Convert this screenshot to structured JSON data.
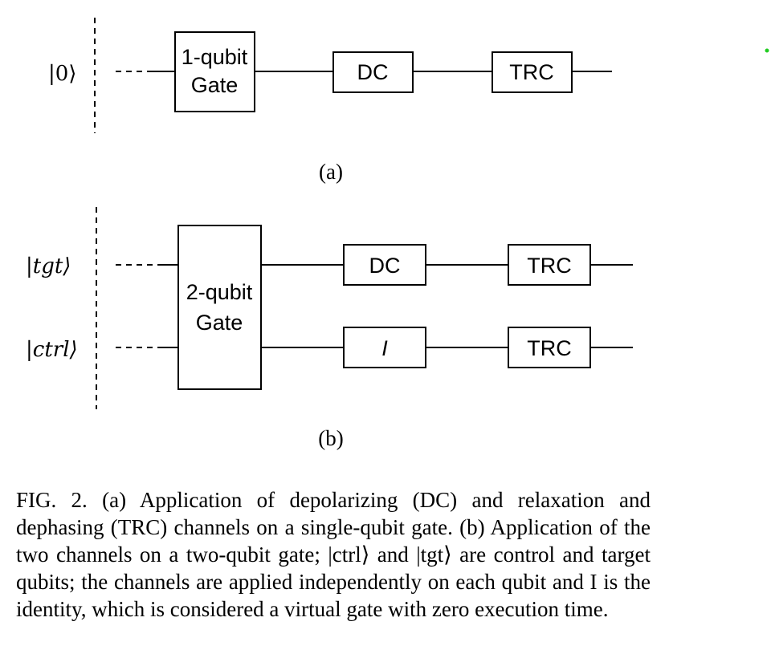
{
  "panel_a": {
    "input_ket": "|0⟩",
    "gate_lines": [
      "1-qubit",
      "Gate"
    ],
    "dc_label": "DC",
    "trc_label": "TRC",
    "sublabel": "(a)"
  },
  "panel_b": {
    "tgt_ket": "|tgt⟩",
    "ctrl_ket": "|ctrl⟩",
    "gate_lines": [
      "2-qubit",
      "Gate"
    ],
    "dc_label": "DC",
    "identity_label": "I",
    "trc_top_label": "TRC",
    "trc_bottom_label": "TRC",
    "sublabel": "(b)"
  },
  "caption": "FIG. 2. (a) Application of depolarizing (DC) and relaxation and dephasing (TRC) channels on a single-qubit gate. (b) Application of the two channels on a two-qubit gate; |ctrl⟩ and |tgt⟩ are control and target qubits; the channels are applied independently on each qubit and I is the identity, which is considered a virtual gate with zero execution time."
}
